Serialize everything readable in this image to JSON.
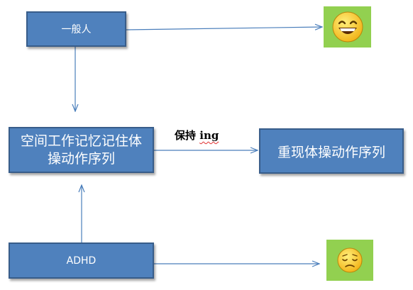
{
  "nodes": {
    "general_people": "一般人",
    "working_memory": "空间工作记忆记住体操动作序列",
    "replay_sequence": "重现体操动作序列",
    "adhd": "ADHD"
  },
  "edge_labels": {
    "keep_prefix": "保持",
    "keep_suffix": "ing"
  },
  "emoji": {
    "happy": "grinning-face-icon",
    "sad": "pensive-face-icon",
    "tile_color": "#92d050"
  },
  "colors": {
    "box_fill": "#4f81bd",
    "box_border": "#385d8a",
    "arrow": "#4a7ebb"
  }
}
